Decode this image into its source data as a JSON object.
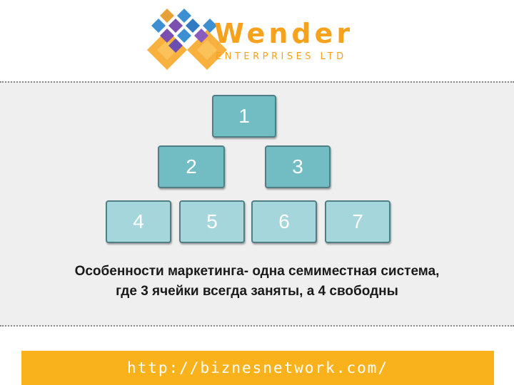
{
  "brand": {
    "name": "Wender",
    "subtitle": "ENTERPRISES LTD"
  },
  "diagram": {
    "cells": [
      "1",
      "2",
      "3",
      "4",
      "5",
      "6",
      "7"
    ],
    "occupied_cells": [
      "1",
      "2",
      "3"
    ],
    "free_cells": [
      "4",
      "5",
      "6",
      "7"
    ]
  },
  "caption": {
    "line1": "Особенности маркетинга- одна семиместная система,",
    "line2": "где 3 ячейки всегда заняты, а 4 свободны"
  },
  "footer": {
    "url": "http://biznesnetwork.com/"
  },
  "colors": {
    "brand_orange": "#f7a21c",
    "occupied_cell": "#72bdc4",
    "free_cell": "#a4d6db",
    "footer_bar": "#f9b21b"
  }
}
